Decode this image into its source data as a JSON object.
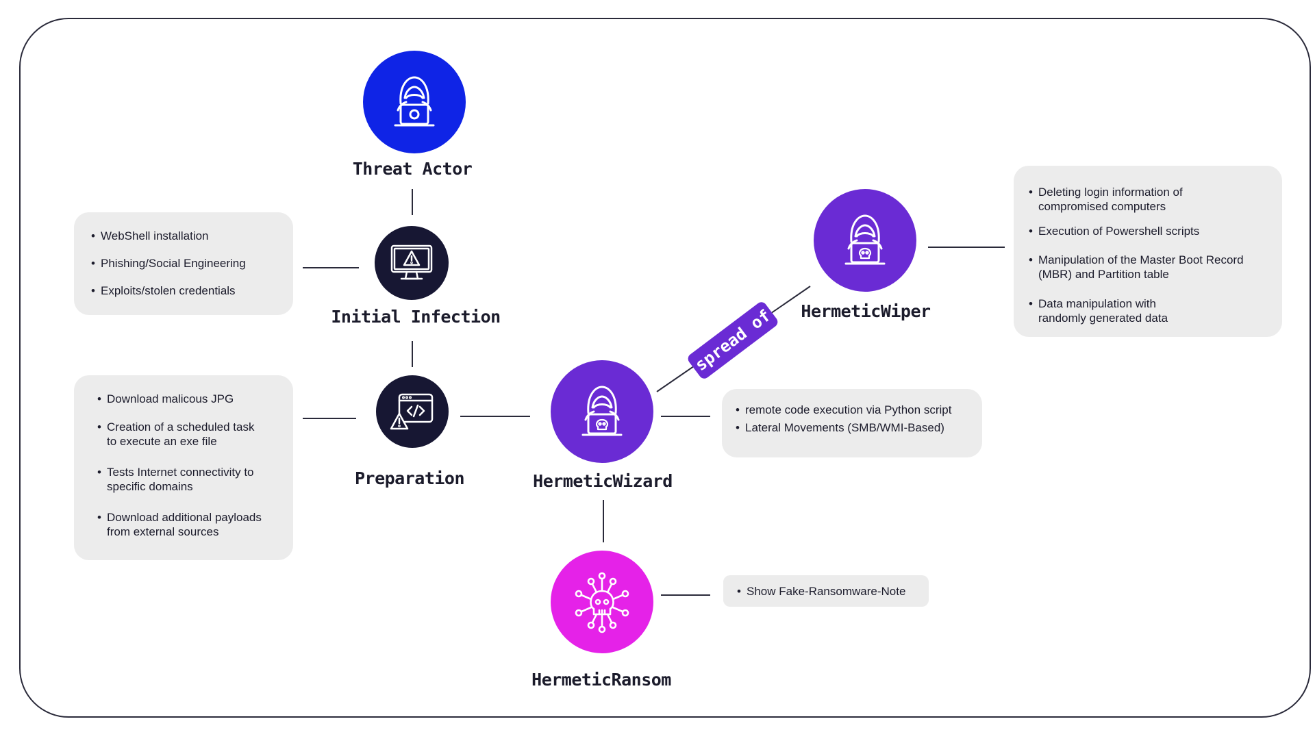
{
  "nodes": {
    "threat_actor": {
      "label": "Threat Actor",
      "color": "#0f24e6",
      "icon": "hooded-hacker-icon"
    },
    "initial_infection": {
      "label": "Initial Infection",
      "color": "#171733",
      "icon": "monitor-warning-icon"
    },
    "preparation": {
      "label": "Preparation",
      "color": "#171733",
      "icon": "code-window-warning-icon"
    },
    "hermetic_wizard": {
      "label": "HermeticWizard",
      "color": "#6a2bd4",
      "icon": "hooded-hacker-skull-icon"
    },
    "hermetic_wiper": {
      "label": "HermeticWiper",
      "color": "#6a2bd4",
      "icon": "hooded-hacker-skull-icon"
    },
    "hermetic_ransom": {
      "label": "HermeticRansom",
      "color": "#e522e8",
      "icon": "skull-circuit-icon"
    }
  },
  "edge_tag": "spread of",
  "boxes": {
    "initial_infection": [
      "WebShell installation",
      "Phishing/Social Engineering",
      "Exploits/stolen credentials"
    ],
    "preparation": [
      "Download malicous JPG",
      "Creation of a scheduled task to execute an exe file",
      "Tests Internet connectivity to specific domains",
      "Download additional payloads from external sources"
    ],
    "hermetic_wizard": [
      "remote code execution via Python script",
      "Lateral Movements (SMB/WMI-Based)"
    ],
    "hermetic_wiper": [
      "Deleting login information of compromised computers",
      "Execution of Powershell scripts",
      "Manipulation of the Master Boot Record (MBR) and Partition table",
      "Data manipulation with randomly generated data"
    ],
    "hermetic_ransom": [
      "Show Fake-Ransomware-Note"
    ]
  }
}
